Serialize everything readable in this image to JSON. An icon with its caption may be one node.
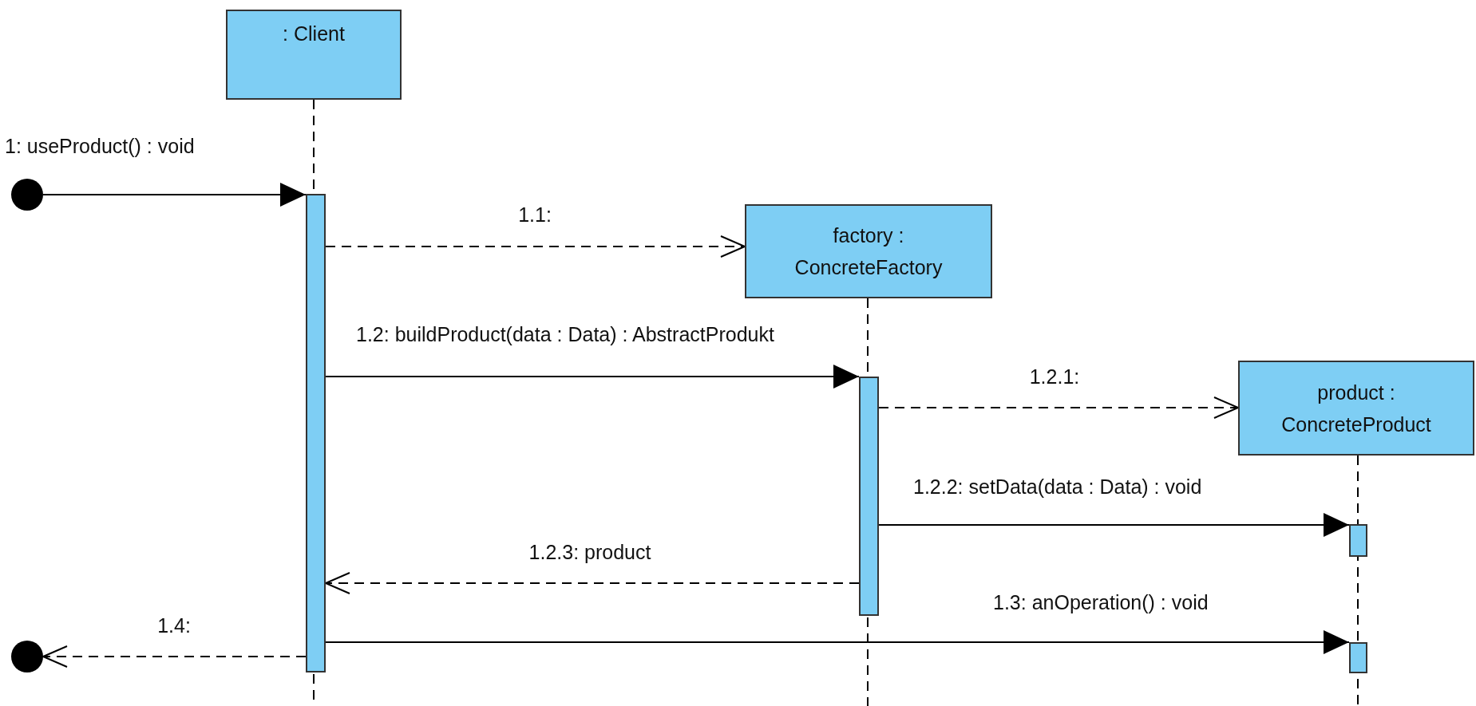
{
  "diagram": {
    "nodes": [
      {
        "text": [
          ": Client"
        ]
      },
      {
        "text": [
          "factory : ConcreteFactory"
        ]
      },
      {
        "text": [
          "product : ConcreteProduct"
        ]
      },
      {
        "text": [],
        "shape": "circle"
      },
      {
        "text": [],
        "shape": "circle"
      },
      {
        "text": [],
        "shape": "bar"
      },
      {
        "text": [],
        "shape": "bar"
      },
      {
        "text": [],
        "shape": "bar"
      },
      {
        "text": [],
        "shape": "bar"
      }
    ],
    "edges": [
      {
        "from": 3,
        "to": 5,
        "arrow": "to",
        "label": "1: useProduct() : void"
      },
      {
        "from": 5,
        "to": 1,
        "arrow": "to",
        "label": "1.1:",
        "style": "dashed"
      },
      {
        "from": 5,
        "to": 6,
        "arrow": "to",
        "label": "1.2: buildProduct(data : Data) : AbstractProdukt"
      },
      {
        "from": 6,
        "to": 2,
        "arrow": "to",
        "label": "1.2.1:",
        "style": "dashed"
      },
      {
        "from": 6,
        "to": 7,
        "arrow": "to",
        "label": "1.2.2: setData(data : Data) : void"
      },
      {
        "from": 6,
        "to": 5,
        "arrow": "to",
        "label": "1.2.3: product",
        "style": "dashed"
      },
      {
        "from": 5,
        "to": 8,
        "arrow": "to",
        "label": "1.3: anOperation() : void"
      },
      {
        "from": 5,
        "to": 4,
        "arrow": "to",
        "label": "1.4:",
        "style": "dashed"
      }
    ]
  }
}
